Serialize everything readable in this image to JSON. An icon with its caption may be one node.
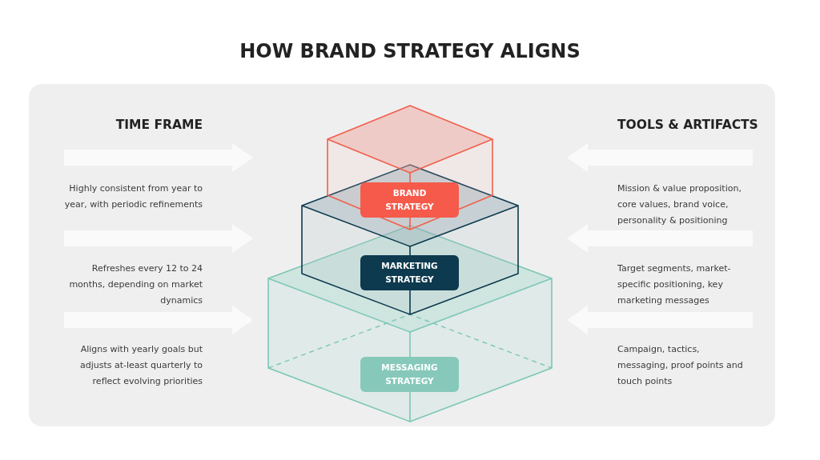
{
  "diagram": {
    "title": "HOW BRAND STRATEGY ALIGNS",
    "nodes": [
      {
        "text": [
          "BRAND STRATEGY"
        ]
      },
      {
        "text": [
          "MARKETING STRATEGY"
        ]
      },
      {
        "text": [
          "MESSAGING STRATEGY"
        ]
      }
    ],
    "labels": [
      "TIME FRAME",
      "TOOLS & ARTIFACTS",
      "Highly consistent from year to year, with periodic refinements",
      "Mission & value proposition, core values, brand voice, personality & positioning",
      "Refreshes every 12 to 24 months, depending on market dynamics",
      "Target segments, market-specific positioning, key marketing messages",
      "Aligns with yearly goals but adjusts at-least quarterly to reflect evolving priorities",
      "Campaign, tactics, messaging, proof points and touch points"
    ]
  }
}
